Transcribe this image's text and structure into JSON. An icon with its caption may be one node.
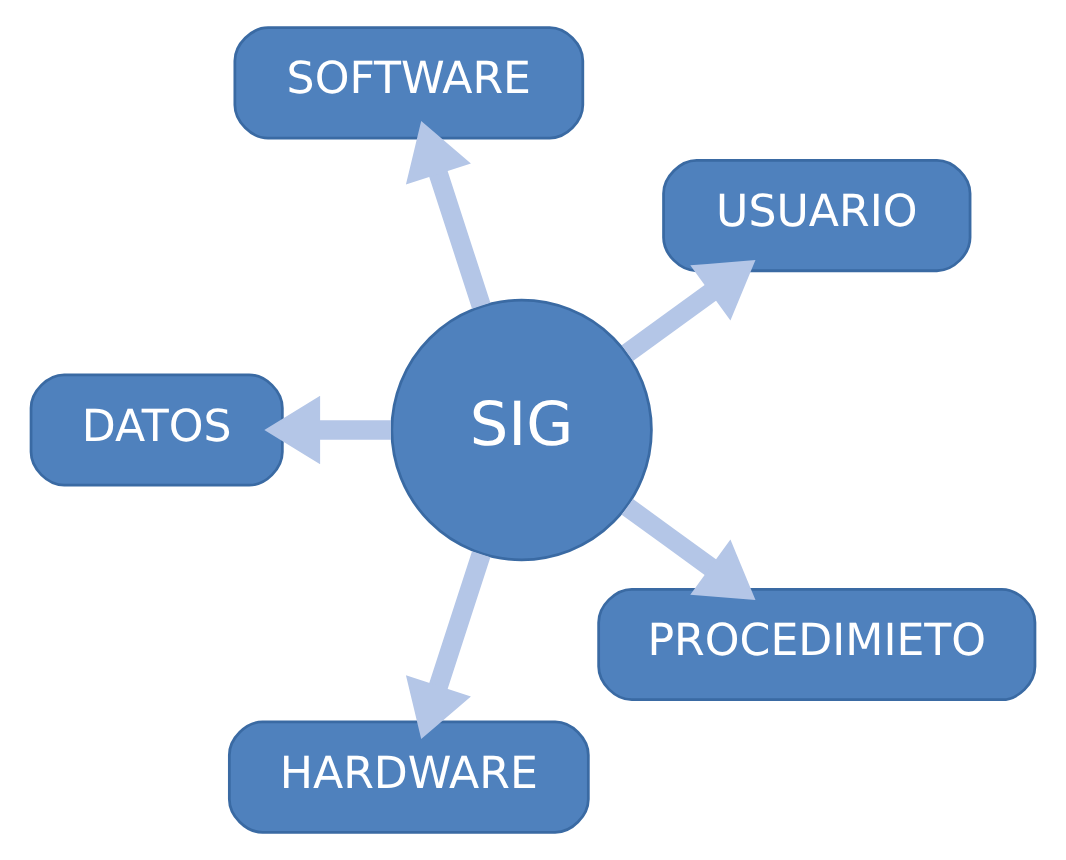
{
  "diagram": {
    "nodes": [
      {
        "text": [
          "USUARIO"
        ]
      },
      {
        "text": [
          "SOFTWARE"
        ]
      },
      {
        "text": [
          "DATOS"
        ]
      },
      {
        "text": [
          "SIG"
        ]
      },
      {
        "text": [
          "HARDWARE"
        ]
      },
      {
        "text": [
          "PROCEDIMIETO"
        ]
      }
    ],
    "edges": [
      {
        "from": 3,
        "to": 0,
        "arrow": "to"
      },
      {
        "from": 3,
        "to": 2,
        "arrow": "to"
      },
      {
        "from": 3,
        "to": 5,
        "arrow": "to"
      },
      {
        "from": 3,
        "to": 4,
        "arrow": "to"
      },
      {
        "from": 3,
        "to": 1,
        "arrow": "to"
      }
    ]
  }
}
